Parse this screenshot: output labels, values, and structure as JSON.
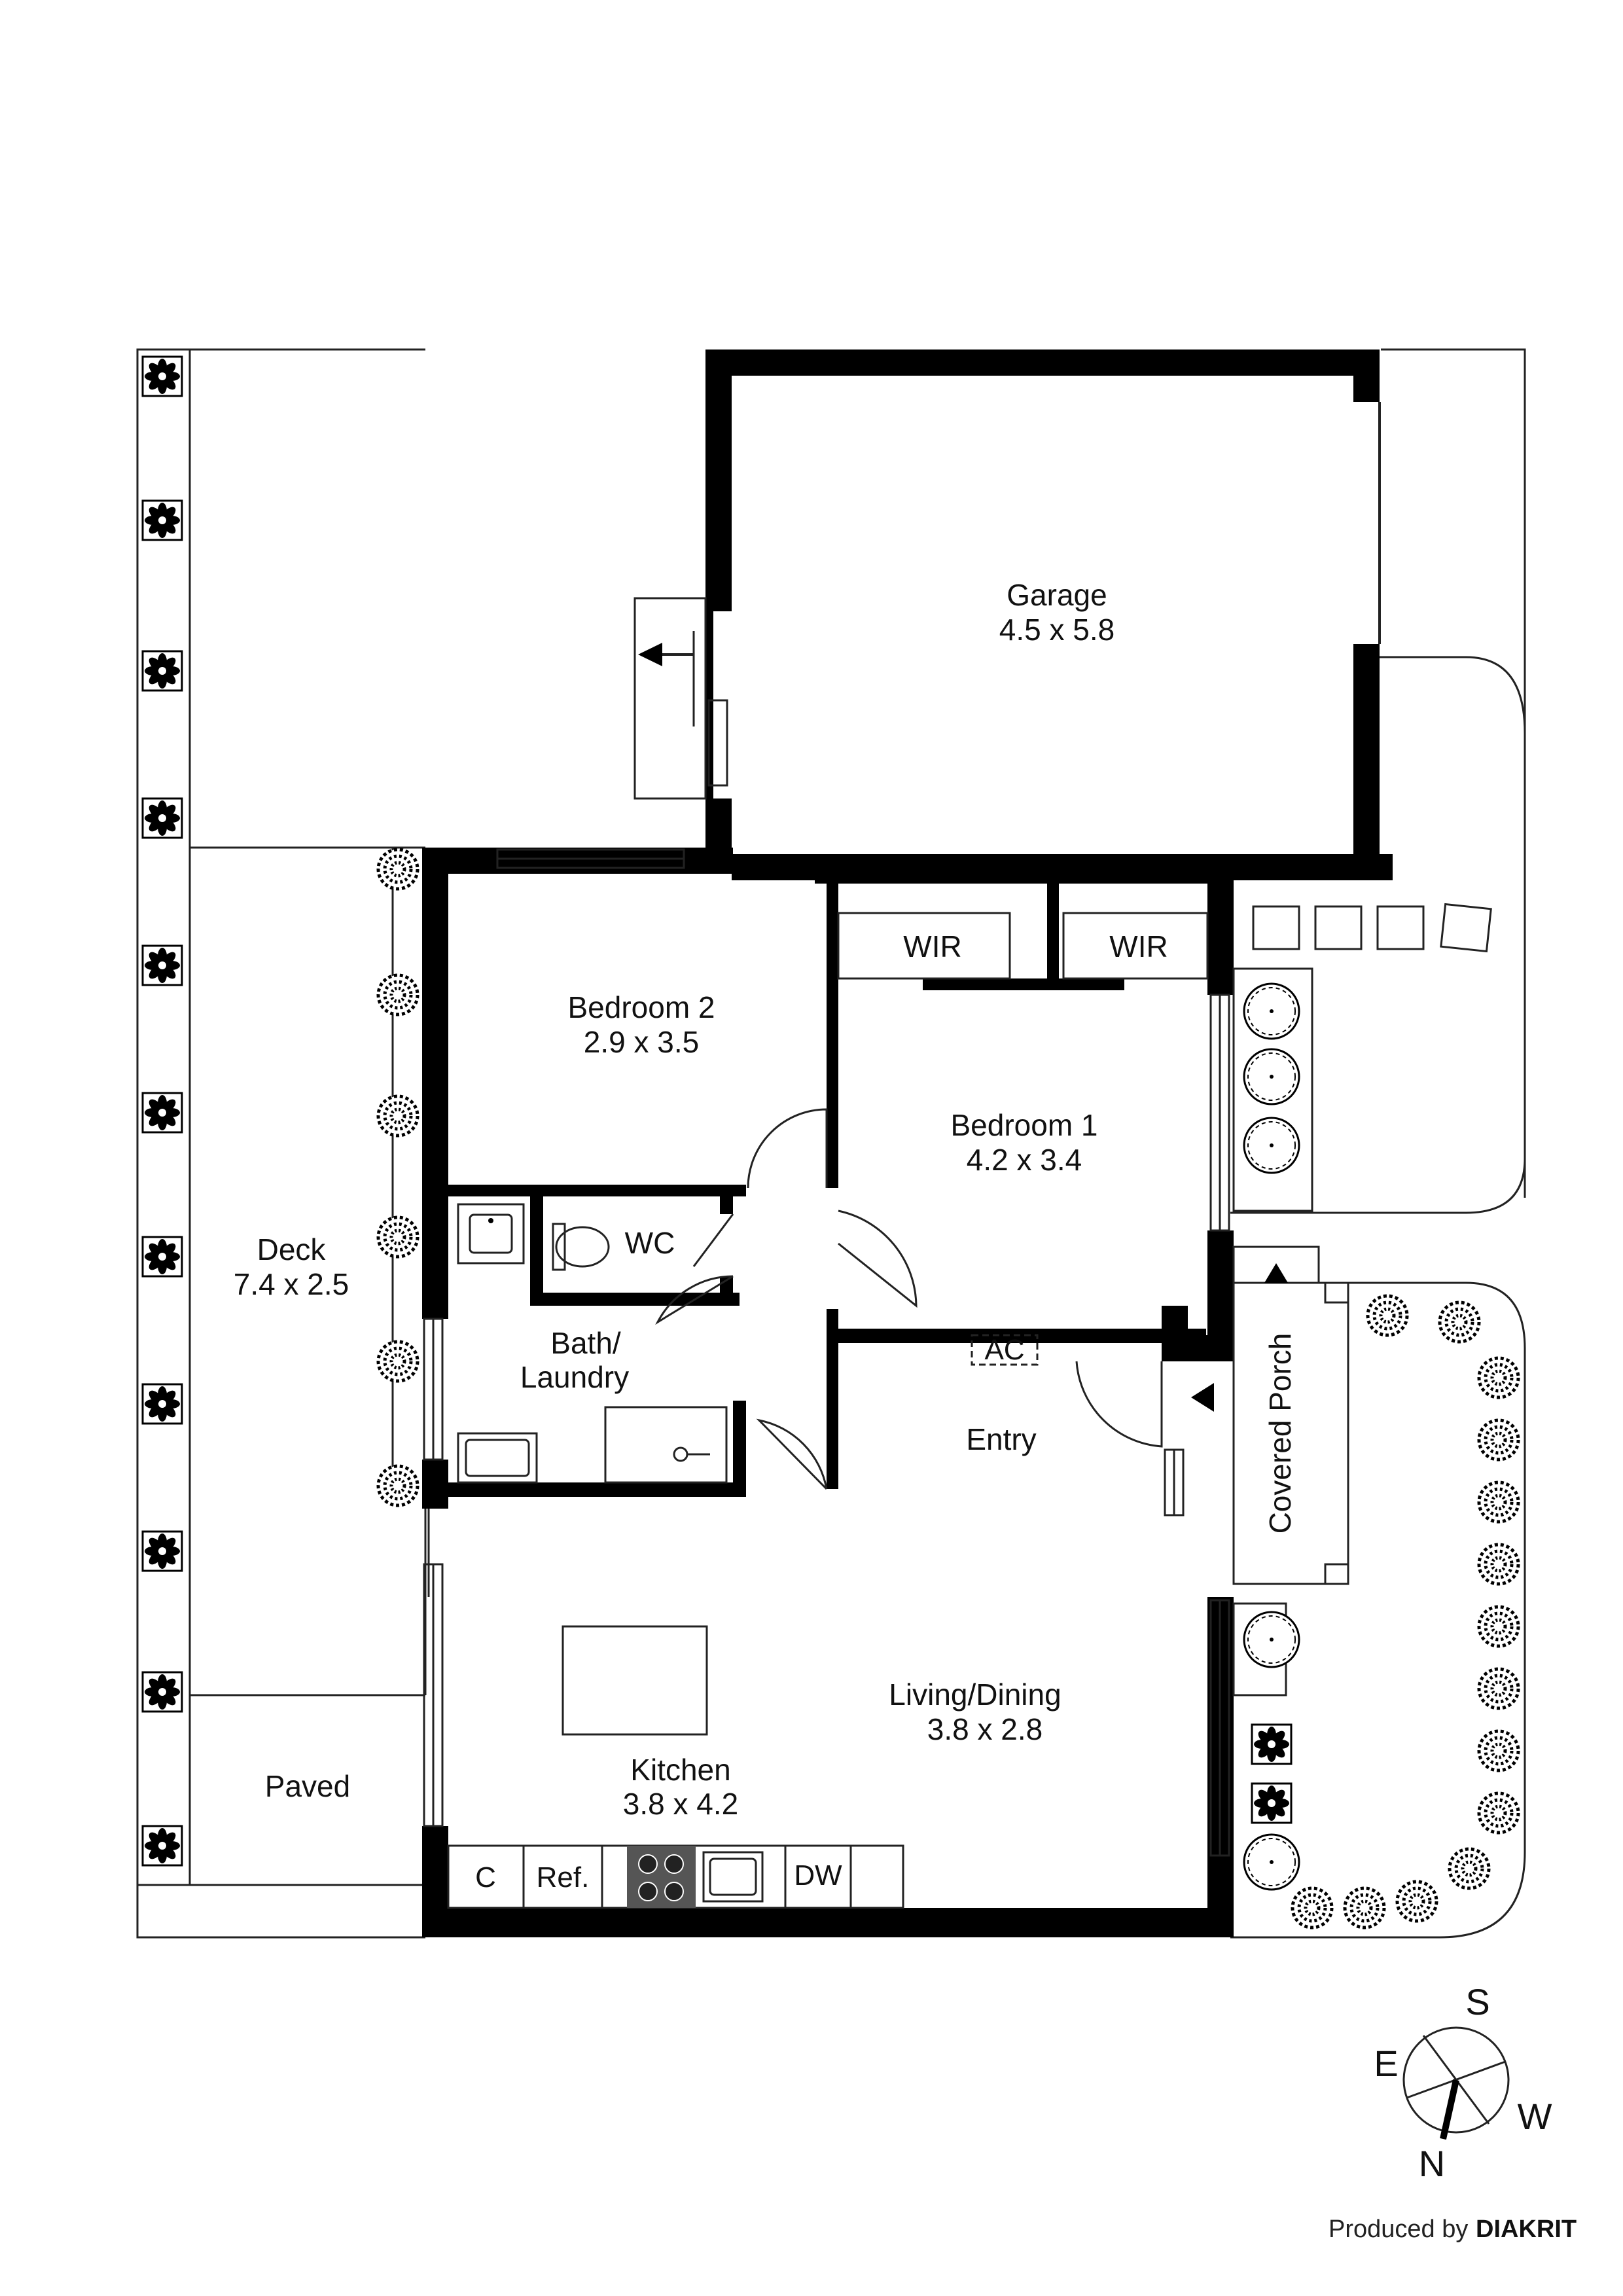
{
  "rooms": {
    "garage": {
      "name": "Garage",
      "dims": "4.5 x 5.8"
    },
    "bedroom2": {
      "name": "Bedroom 2",
      "dims": "2.9 x 3.5"
    },
    "bedroom1": {
      "name": "Bedroom 1",
      "dims": "4.2 x 3.4"
    },
    "deck": {
      "name": "Deck",
      "dims": "7.4 x 2.5"
    },
    "kitchen": {
      "name": "Kitchen",
      "dims": "3.8 x 4.2"
    },
    "living": {
      "name": "Living/Dining",
      "dims": "3.8 x 2.8"
    },
    "paved": {
      "name": "Paved"
    },
    "entry": {
      "name": "Entry"
    },
    "wc": {
      "name": "WC"
    },
    "bath": {
      "line1": "Bath/",
      "line2": "Laundry"
    },
    "porch": {
      "name": "Covered Porch"
    },
    "wir1": {
      "name": "WIR"
    },
    "wir2": {
      "name": "WIR"
    }
  },
  "fixtures": {
    "ac": "AC",
    "cupboard": "C",
    "fridge": "Ref.",
    "dishwasher": "DW"
  },
  "compass": {
    "n": "N",
    "s": "S",
    "e": "E",
    "w": "W"
  },
  "credit": {
    "prefix": "Produced by",
    "brand": "DIAKRIT"
  }
}
